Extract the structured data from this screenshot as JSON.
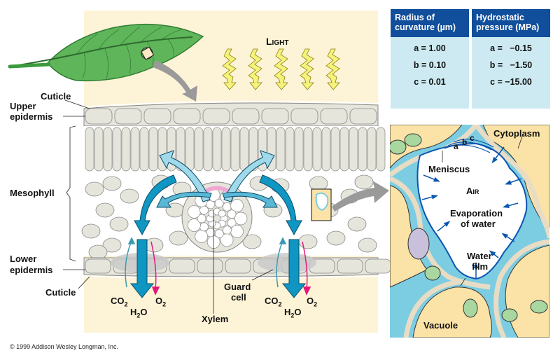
{
  "figure": {
    "copyright": "© 1999 Addison Wesley Longman, Inc.",
    "left_labels": {
      "cuticle_top": "Cuticle",
      "upper_epidermis_1": "Upper",
      "upper_epidermis_2": "epidermis",
      "mesophyll": "Mesophyll",
      "lower_epidermis_1": "Lower",
      "lower_epidermis_2": "epidermis",
      "cuticle_bottom": "Cuticle"
    },
    "light_label": "Light",
    "bottom_labels": {
      "co2_left": "CO",
      "co2_sub": "2",
      "o2_left": "O",
      "o2_sub": "2",
      "h2o_left_h": "H",
      "h2o_sub": "2",
      "h2o_left_o": "O",
      "guard_cell_1": "Guard",
      "guard_cell_2": "cell",
      "xylem": "Xylem",
      "co2_right": "CO",
      "o2_right": "O",
      "h2o_right_h": "H",
      "h2o_right_o": "O"
    },
    "detail_labels": {
      "cytoplasm": "Cytoplasm",
      "meniscus": "Meniscus",
      "a": "a",
      "b": "b",
      "c": "c",
      "air": "Air",
      "evaporation_1": "Evaporation",
      "evaporation_2": "of water",
      "water_film_1": "Water",
      "water_film_2": "film",
      "vacuole": "Vacuole"
    }
  },
  "table": {
    "columns": [
      {
        "header_1": "Radius of",
        "header_2": "curvature (µm)",
        "rows": [
          "a = 1.00",
          "b = 0.10",
          "c = 0.01"
        ]
      },
      {
        "header_1": "Hydrostatic",
        "header_2": "pressure (MPa)",
        "rows": [
          "a =   −0.15",
          "b =   −1.50",
          "c = −15.00"
        ]
      }
    ]
  },
  "colors": {
    "background_panel": "#fdf3d6",
    "cell_fill": "#e6e5dc",
    "water_arrow": "#0f96c2",
    "water_light": "#9fd9ea",
    "table_header": "#114e9b",
    "table_body": "#cdeaf2",
    "cytoplasm": "#fbe2a6",
    "vacuole_blue": "#7ccde2",
    "meniscus_line": "#0a56b0",
    "chloroplast": "#a8d8a0",
    "nucleus": "#c9c0dc",
    "o2_arrow": "#e5177b",
    "co2_arrow": "#3a9bb0",
    "light_bolt": "#f6f37a"
  }
}
